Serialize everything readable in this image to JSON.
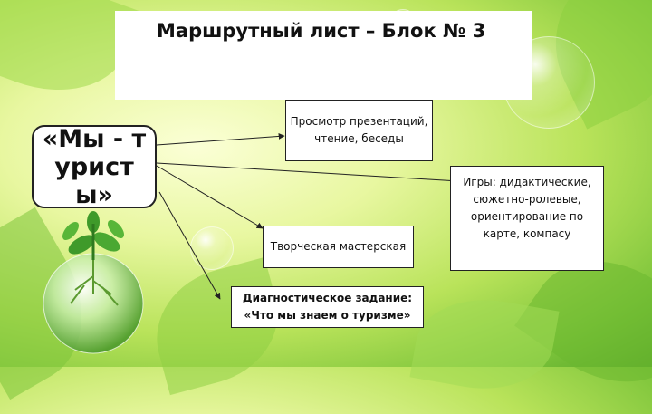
{
  "title": "Маршрутный лист – Блок № 3",
  "center_node": "«Мы - туристы»",
  "nodes": {
    "n1": "Просмотр презентаций, чтение, беседы",
    "n2": "Игры: дидактические, сюжетно-ролевые, ориентирование по карте, компасу",
    "n3": "Творческая мастерская",
    "n4": "Диагностическое задание: «Что мы знаем о туризме»"
  },
  "colors": {
    "background_light": "#fbffd6",
    "background_green": "#7cc43a",
    "box_fill": "#ffffff",
    "line": "#222222"
  }
}
